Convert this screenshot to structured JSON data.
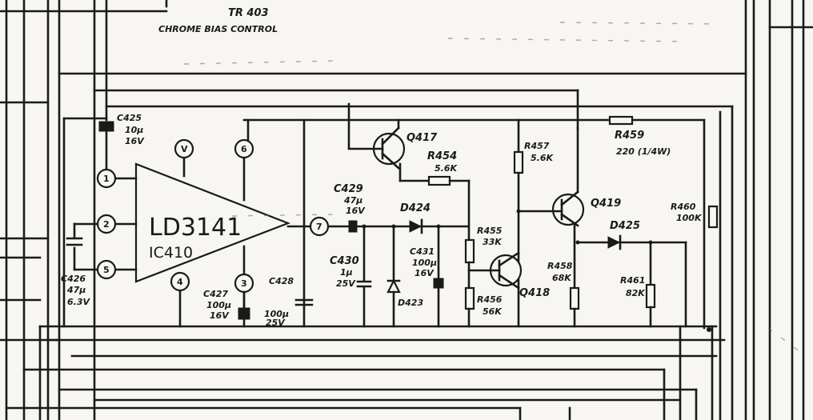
{
  "header": {
    "ref": "TR 403",
    "subtitle": "CHROME BIAS CONTROL"
  },
  "ic": {
    "part_number": "LD3141",
    "designator": "IC410",
    "pins": [
      "1",
      "2",
      "5",
      "7",
      "V",
      "6",
      "4",
      "3"
    ]
  },
  "capacitors": [
    {
      "ref": "C425",
      "value": "10μ",
      "voltage": "16V"
    },
    {
      "ref": "C426",
      "value": "47μ",
      "voltage": "6.3V"
    },
    {
      "ref": "C427",
      "value": "100μ",
      "voltage": "16V"
    },
    {
      "ref": "C428",
      "value": "100μ",
      "voltage": "25V"
    },
    {
      "ref": "C429",
      "value": "47μ",
      "voltage": "16V"
    },
    {
      "ref": "C430",
      "value": "1μ",
      "voltage": "25V"
    },
    {
      "ref": "C431",
      "value": "100μ",
      "voltage": "16V"
    }
  ],
  "transistors": [
    {
      "ref": "Q417"
    },
    {
      "ref": "Q418"
    },
    {
      "ref": "Q419"
    }
  ],
  "diodes": [
    {
      "ref": "D424"
    },
    {
      "ref": "D423"
    },
    {
      "ref": "D425"
    }
  ],
  "resistors": [
    {
      "ref": "R454",
      "value": "5.6K"
    },
    {
      "ref": "R455",
      "value": "33K"
    },
    {
      "ref": "R456",
      "value": "56K"
    },
    {
      "ref": "R457",
      "value": "5.6K"
    },
    {
      "ref": "R458",
      "value": "68K"
    },
    {
      "ref": "R459",
      "value": "220 (1/4W)"
    },
    {
      "ref": "R460",
      "value": "100K"
    },
    {
      "ref": "R461",
      "value": "82K"
    }
  ]
}
